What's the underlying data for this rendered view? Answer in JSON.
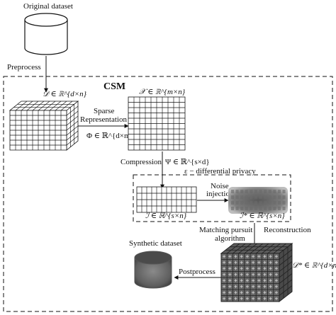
{
  "labels": {
    "original_dataset": "Original dataset",
    "preprocess": "Preprocess",
    "csm": "CSM",
    "d_dataset": "𝒟 ∈ ℝ^{d×n}",
    "x_sparse": "𝒳 ∈ ℝ^{m×n}",
    "sparse": "Sparse",
    "representation": "Representation",
    "phi": "Φ ∈ ℝ^{d×m}",
    "compression": "Compression",
    "psi": "Ψ ∈ ℝ^{s×d}",
    "dp": "ε − differential privacy",
    "noise": "Noise",
    "injection": "injection",
    "i_compressed": "ℐ ∈ ℝ^{s×n}",
    "i_noisy": "ℐ* ∈ ℝ^{s×n}",
    "matching_pursuit": "Matching pursuit",
    "algorithm": "algorithm",
    "reconstruction": "Reconstruction",
    "synthetic_dataset": "Synthetic dataset",
    "postprocess": "Postprocess",
    "d_synthetic": "𝒟* ∈ ℝ^{d×n}"
  },
  "colors": {
    "line": "#111111",
    "noisy_fill": "#7a7a7a",
    "synthetic_cube": "#555555",
    "cylinder_dark": "#6a6a6a"
  }
}
